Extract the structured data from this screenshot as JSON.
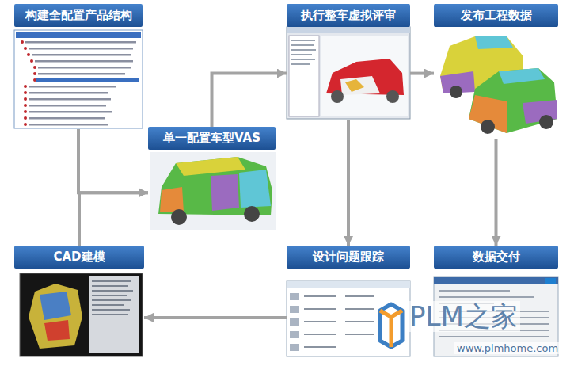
{
  "diagram": {
    "nodes": [
      {
        "text": [
          "构建全配置产品结构"
        ]
      },
      {
        "text": [
          "执行整车虚拟评审"
        ]
      },
      {
        "text": [
          "发布工程数据"
        ]
      },
      {
        "text": [
          "单一配置车型VAS"
        ]
      },
      {
        "text": [
          "CAD建模"
        ]
      },
      {
        "text": [
          "设计问题跟踪"
        ]
      },
      {
        "text": [
          "数据交付"
        ]
      }
    ],
    "edges": [
      {
        "from": 0,
        "to": 3,
        "arrow": "to"
      },
      {
        "from": 4,
        "to": 3,
        "arrow": "to"
      },
      {
        "from": 3,
        "to": 1,
        "arrow": "to"
      },
      {
        "from": 1,
        "to": 2,
        "arrow": "to"
      },
      {
        "from": 1,
        "to": 5,
        "arrow": "to"
      },
      {
        "from": 2,
        "to": 6,
        "arrow": "to"
      },
      {
        "from": 5,
        "to": 4,
        "arrow": "to"
      }
    ],
    "labels": [
      "PLM之家",
      "www.plmhome.com"
    ]
  }
}
